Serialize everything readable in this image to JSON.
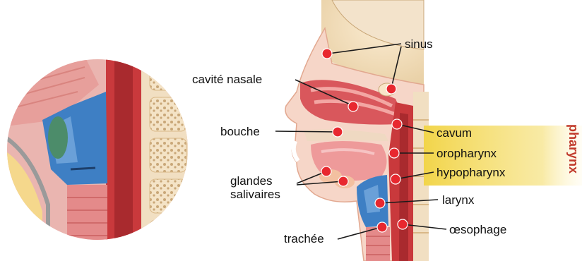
{
  "labels": {
    "sinus": "sinus",
    "cavite_nasale": "cavité nasale",
    "bouche": "bouche",
    "glandes": "glandes",
    "salivaires": "salivaires",
    "trachee": "trachée",
    "cavum": "cavum",
    "oropharynx": "oropharynx",
    "hypopharynx": "hypopharynx",
    "larynx": "larynx",
    "oesophage": "œsophage",
    "pharynx": "pharynx"
  },
  "colors": {
    "marker": "#e8282f",
    "pharynx_band": "#f2d64a",
    "pharynx_text": "#c0392b",
    "larynx_blue": "#3e7fc4",
    "tissue_pink": "#e48a8a",
    "bone": "#f1dfc2"
  }
}
